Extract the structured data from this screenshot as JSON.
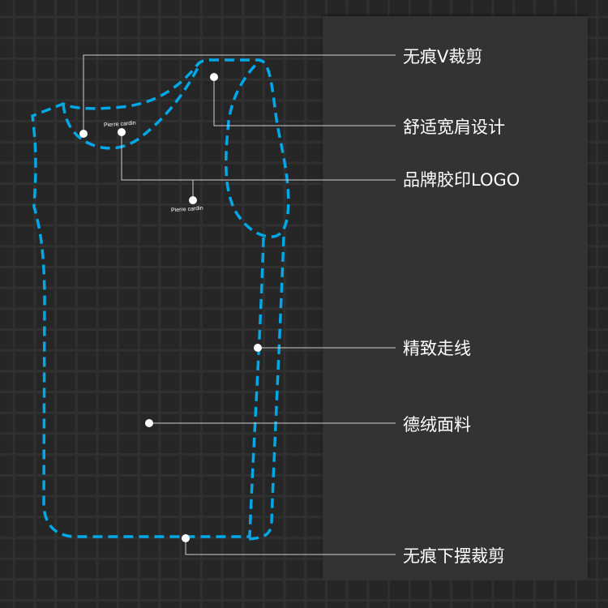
{
  "features": [
    {
      "label": "无痕V裁剪"
    },
    {
      "label": "舒适宽肩设计"
    },
    {
      "label": "品牌胶印LOGO"
    },
    {
      "label": "精致走线"
    },
    {
      "label": "德绒面料"
    },
    {
      "label": "无痕下摆裁剪"
    }
  ],
  "brand_logo_text": "Pierre cardin",
  "colors": {
    "outline": "#00a8e8",
    "background": "#262626",
    "panel": "#333333"
  }
}
